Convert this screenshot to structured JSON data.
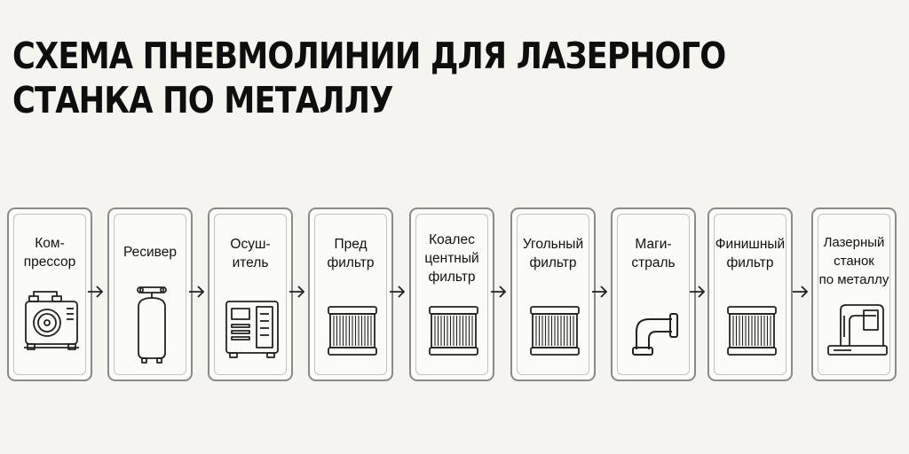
{
  "title": {
    "line1": "СХЕМА ПНЕВМОЛИНИИ ДЛЯ ЛАЗЕРНОГО",
    "line2": "СТАНКА ПО МЕТАЛЛУ"
  },
  "steps": [
    {
      "label": "Ком-\nпрессор",
      "icon": "compressor-icon"
    },
    {
      "label": "Ресивер",
      "icon": "receiver-tank-icon"
    },
    {
      "label": "Осуш-\nитель",
      "icon": "dryer-icon"
    },
    {
      "label": "Пред\nфильтр",
      "icon": "filter-icon"
    },
    {
      "label": "Коалес\nцентный\nфильтр",
      "icon": "filter-icon"
    },
    {
      "label": "Угольный\nфильтр",
      "icon": "filter-icon"
    },
    {
      "label": "Маги-\nстраль",
      "icon": "pipe-elbow-icon"
    },
    {
      "label": "Финишный\nфильтр",
      "icon": "filter-icon"
    },
    {
      "label": "Лазерный\nстанок\nпо металлу",
      "icon": "laser-machine-icon"
    }
  ]
}
